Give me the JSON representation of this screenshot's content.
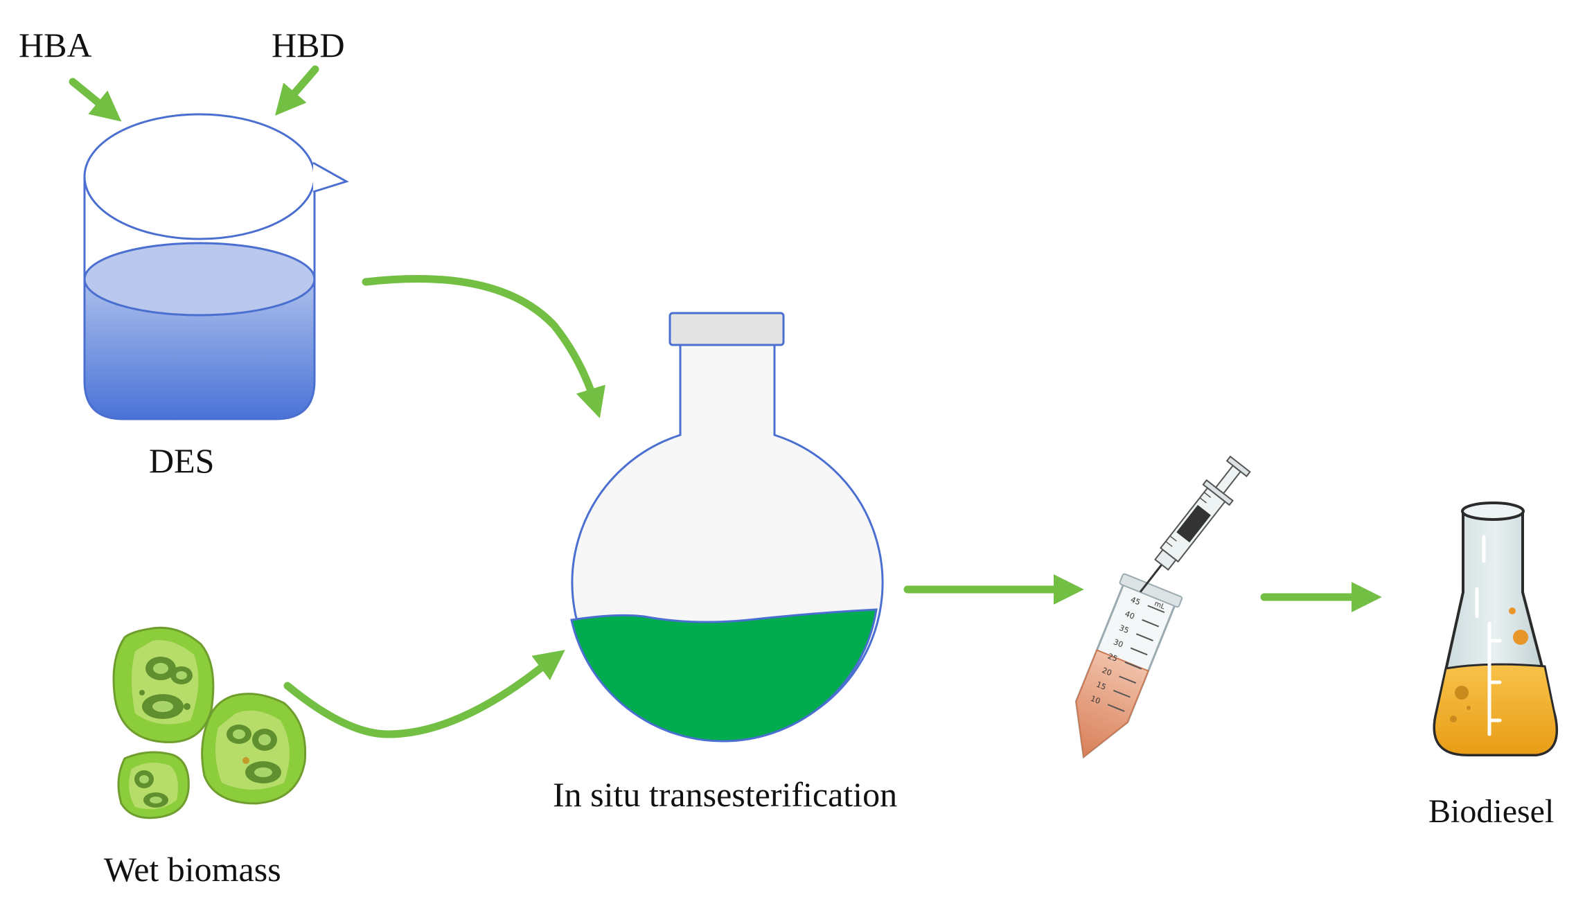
{
  "labels": {
    "hba": "HBA",
    "hbd": "HBD",
    "des": "DES",
    "wet_biomass": "Wet biomass",
    "in_situ": "In situ transesterification",
    "biodiesel": "Biodiesel"
  },
  "tube_scale": [
    "45",
    "40",
    "35",
    "30",
    "25",
    "20",
    "15",
    "10"
  ],
  "tube_unit": "mL",
  "colors": {
    "arrow": "#72bf44",
    "beaker_outline": "#4a6fd0",
    "des_liquid_top": "#c5d3f0",
    "des_liquid_bottom": "#4a73d8",
    "flask_liquid": "#00ac4e",
    "tube_liquid": "#e49a78",
    "biodiesel_liquid": "#f2ad2a",
    "cell_green": "#8ccd3c"
  },
  "icons": {
    "beaker": "beaker-icon",
    "flask": "round-bottom-flask-icon",
    "cells": "microalgae-cells-icon",
    "tube": "centrifuge-tube-icon",
    "syringe": "syringe-icon",
    "erlenmeyer": "erlenmeyer-flask-icon"
  }
}
